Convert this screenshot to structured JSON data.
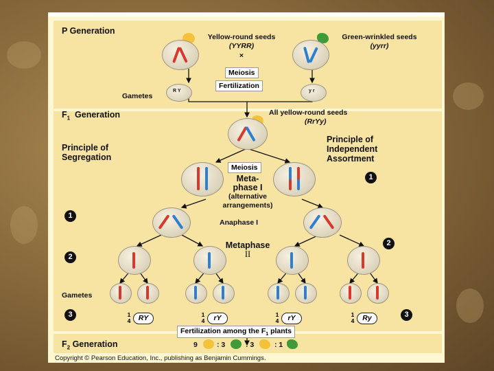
{
  "colors": {
    "frame_bg": "#fff6d2",
    "panel_bg": "#f7e3a2",
    "chromosome_red": "#d8392f",
    "chromosome_blue": "#2f7fd0",
    "seed_yellow": "#f3c23a",
    "seed_green": "#3f9b3a"
  },
  "icons": [
    "yellow-round-seed",
    "green-wrinkled-seed",
    "chromosome",
    "cell",
    "step-number-badge"
  ],
  "p_generation": {
    "heading": "P Generation",
    "yellow_label": "Yellow-round seeds",
    "yellow_genotype": "(YYRR)",
    "green_label": "Green-wrinkled seeds",
    "green_genotype": "(yyrr)",
    "cross_symbol": "×",
    "meiosis": "Meiosis",
    "fertilization": "Fertilization",
    "gametes": "Gametes",
    "gamete_left": "R Y",
    "gamete_right": "y r"
  },
  "f1_generation": {
    "heading_prefix": "F",
    "heading_sub": "1",
    "heading_suffix": "Generation",
    "seeds_label": "All yellow-round seeds",
    "seeds_genotype": "(RrYy)",
    "principle_left_1": "Principle of",
    "principle_left_2": "Segregation",
    "principle_right_1": "Principle of",
    "principle_right_2": "Independent",
    "principle_right_3": "Assortment",
    "meiosis": "Meiosis",
    "metaphase_1": "Meta-",
    "metaphase_2": "phase I",
    "metaphase_3": "(alternative",
    "metaphase_4": "arrangements)",
    "anaphase": "Anaphase I",
    "metaphase2_1": "Metaphase",
    "metaphase2_2": "II",
    "gametes": "Gametes",
    "steps": [
      "1",
      "2",
      "3",
      "1",
      "2",
      "3"
    ],
    "gamete_types": [
      {
        "num": "1",
        "den": "4",
        "genotype": "RY"
      },
      {
        "num": "1",
        "den": "4",
        "genotype": "rY"
      },
      {
        "num": "1",
        "den": "4",
        "genotype": "rY"
      },
      {
        "num": "1",
        "den": "4",
        "genotype": "Ry"
      }
    ],
    "fertilization_prefix": "Fertilization among the F",
    "fertilization_sub": "1",
    "fertilization_suffix": " plants"
  },
  "f2_generation": {
    "heading_prefix": "F",
    "heading_sub": "2",
    "heading_suffix": " Generation",
    "ratio": [
      "9",
      ": 3",
      ": 3",
      ": 1"
    ]
  },
  "copyright": "Copyright © Pearson Education, Inc., publishing as Benjamin Cummings."
}
